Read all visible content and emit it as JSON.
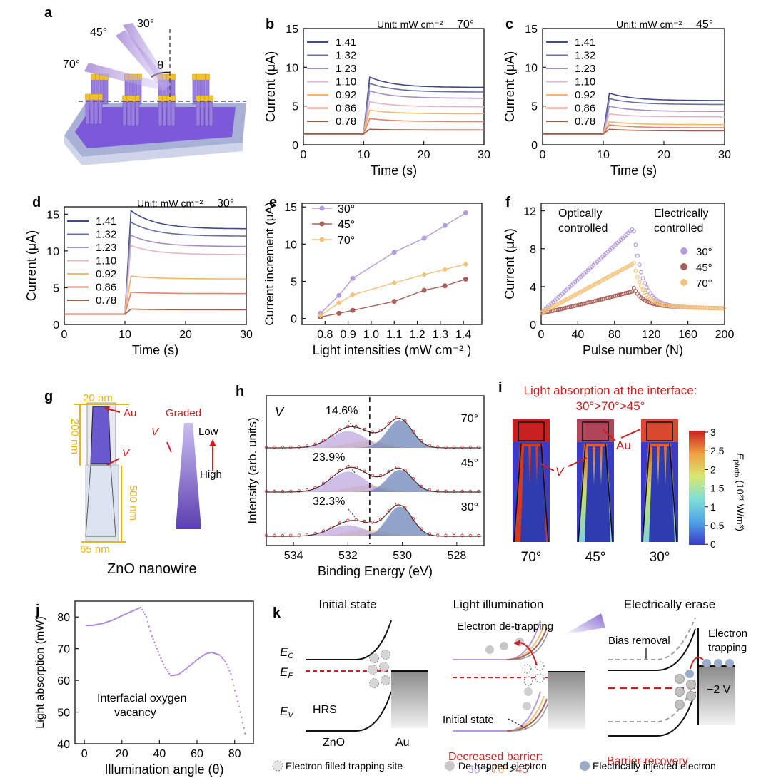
{
  "colors": {
    "i141": "#3f4a8a",
    "i132": "#6a6fa3",
    "i123": "#a291c0",
    "i110": "#e5b6c4",
    "i092": "#f5b66a",
    "i086": "#e6826c",
    "i078": "#a65a45",
    "a30": "#b39bdc",
    "a45": "#a8605a",
    "a70": "#f5c27a",
    "red": "#cc1f1f",
    "gold": "#f0b400",
    "vac": "#a98ed6",
    "blue": "#4a6aa8"
  },
  "labels": {
    "a": "a",
    "b": "b",
    "c": "c",
    "d": "d",
    "e": "e",
    "f": "f",
    "g": "g",
    "h": "h",
    "i": "i",
    "j": "j",
    "k": "k"
  },
  "panel_a": {
    "angles": [
      "45°",
      "30°",
      "70°"
    ],
    "theta": "θ"
  },
  "transient_common": {
    "unit": "Unit: mW cm⁻²",
    "legend": [
      "1.41",
      "1.32",
      "1.23",
      "1.10",
      "0.92",
      "0.86",
      "0.78"
    ],
    "xlabel": "Time (s)",
    "ylabel": "Current (μA)"
  },
  "chart_data": [
    {
      "id": "b",
      "type": "line",
      "angle": "70°",
      "xlim": [
        0,
        30
      ],
      "ylim": [
        0,
        15
      ],
      "xticks": [
        "0",
        "10",
        "20",
        "30"
      ],
      "yticks": [
        "0",
        "5",
        "10",
        "15"
      ],
      "series": [
        {
          "name": "1.41",
          "peak": 8.8,
          "end": 7.4
        },
        {
          "name": "1.32",
          "peak": 8.0,
          "end": 6.8
        },
        {
          "name": "1.23",
          "peak": 7.0,
          "end": 6.0
        },
        {
          "name": "1.10",
          "peak": 5.6,
          "end": 4.9
        },
        {
          "name": "0.92",
          "peak": 4.5,
          "end": 4.0
        },
        {
          "name": "0.86",
          "peak": 3.4,
          "end": 3.0
        },
        {
          "name": "0.78",
          "peak": 2.0,
          "end": 1.9
        }
      ]
    },
    {
      "id": "c",
      "type": "line",
      "angle": "45°",
      "xlim": [
        0,
        30
      ],
      "ylim": [
        0,
        15
      ],
      "xticks": [
        "0",
        "10",
        "20",
        "30"
      ],
      "yticks": [
        "0",
        "5",
        "10",
        "15"
      ],
      "series": [
        {
          "name": "1.41",
          "peak": 6.7,
          "end": 5.7
        },
        {
          "name": "1.32",
          "peak": 6.0,
          "end": 5.2
        },
        {
          "name": "1.23",
          "peak": 5.0,
          "end": 4.3
        },
        {
          "name": "1.10",
          "peak": 4.0,
          "end": 3.6
        },
        {
          "name": "0.92",
          "peak": 3.0,
          "end": 2.6
        },
        {
          "name": "0.86",
          "peak": 2.6,
          "end": 2.2
        },
        {
          "name": "0.78",
          "peak": 2.0,
          "end": 1.8
        }
      ]
    },
    {
      "id": "d",
      "type": "line",
      "angle": "30°",
      "xlim": [
        0,
        30
      ],
      "ylim": [
        0,
        16
      ],
      "xticks": [
        "0",
        "10",
        "20",
        "30"
      ],
      "yticks": [
        "0",
        "5",
        "10",
        "15"
      ],
      "series": [
        {
          "name": "1.41",
          "peak": 15.6,
          "end": 13.0
        },
        {
          "name": "1.32",
          "peak": 14.0,
          "end": 12.0
        },
        {
          "name": "1.23",
          "peak": 12.2,
          "end": 10.6
        },
        {
          "name": "1.10",
          "peak": 10.8,
          "end": 9.5
        },
        {
          "name": "0.92",
          "peak": 6.6,
          "end": 6.2
        },
        {
          "name": "0.86",
          "peak": 4.4,
          "end": 4.2
        },
        {
          "name": "0.78",
          "peak": 2.1,
          "end": 2.0
        }
      ]
    },
    {
      "id": "e",
      "type": "line",
      "xlabel": "Light intensities (mW cm⁻² )",
      "ylabel": "Current increment (μA)",
      "xlim": [
        0.7,
        1.48
      ],
      "ylim": [
        -0.8,
        15.5
      ],
      "xticks": [
        "0.8",
        "0.9",
        "1.0",
        "1.1",
        "1.2",
        "1.3",
        "1.4"
      ],
      "yticks": [
        "0",
        "5",
        "10",
        "15"
      ],
      "x": [
        0.78,
        0.86,
        0.92,
        1.1,
        1.23,
        1.32,
        1.41
      ],
      "series": [
        {
          "name": "30°",
          "values": [
            0.7,
            3.1,
            5.4,
            8.9,
            10.8,
            12.5,
            14.2
          ]
        },
        {
          "name": "45°",
          "values": [
            0.2,
            0.7,
            1.1,
            2.3,
            3.8,
            4.4,
            5.3
          ]
        },
        {
          "name": "70°",
          "values": [
            0.4,
            2.1,
            3.2,
            4.8,
            5.9,
            6.6,
            7.3
          ]
        }
      ]
    },
    {
      "id": "f",
      "type": "scatter",
      "xlabel": "Pulse number (N)",
      "ylabel": "Current (μA)",
      "xlim": [
        0,
        200
      ],
      "ylim": [
        0,
        12.8
      ],
      "xticks": [
        "0",
        "40",
        "80",
        "120",
        "160",
        "200"
      ],
      "yticks": [
        "0",
        "4",
        "8",
        "12"
      ],
      "annotations": [
        "Optically",
        "controlled",
        "Electrically",
        "controlled"
      ],
      "series": [
        {
          "name": "30°",
          "start": 1.2,
          "peak": 10.1
        },
        {
          "name": "45°",
          "start": 1.2,
          "peak": 3.5
        },
        {
          "name": "70°",
          "start": 1.2,
          "peak": 6.4
        }
      ]
    },
    {
      "id": "h",
      "type": "area",
      "xlabel": "Binding Energy (eV)",
      "ylabel": "Intensity (arb. units)",
      "xlim": [
        535,
        527
      ],
      "xticks": [
        "534",
        "532",
        "530",
        "528"
      ],
      "vacancy_label": "V",
      "series": [
        {
          "name": "70°",
          "percent": "14.6%",
          "vac_height": 0.45,
          "latt_height": 0.75
        },
        {
          "name": "45°",
          "percent": "23.9%",
          "vac_height": 0.55,
          "latt_height": 0.6
        },
        {
          "name": "30°",
          "percent": "32.3%",
          "vac_height": 0.3,
          "latt_height": 0.8
        }
      ]
    },
    {
      "id": "j",
      "type": "scatter",
      "xlabel": "Illumination angle (θ)",
      "ylabel": "Light absorption (mW)",
      "xlim": [
        -5,
        90
      ],
      "ylim": [
        40,
        85
      ],
      "xticks": [
        "0",
        "20",
        "40",
        "60",
        "80"
      ],
      "yticks": [
        "40",
        "50",
        "60",
        "70",
        "80"
      ],
      "annotation": [
        "Interfacial oxygen",
        "vacancy"
      ],
      "points": [
        [
          1,
          77.3
        ],
        [
          5,
          77.4
        ],
        [
          10,
          78.0
        ],
        [
          15,
          79.0
        ],
        [
          20,
          80.4
        ],
        [
          25,
          81.7
        ],
        [
          30,
          83.0
        ],
        [
          33,
          80
        ],
        [
          36,
          74
        ],
        [
          40,
          68
        ],
        [
          43,
          64
        ],
        [
          46,
          61.5
        ],
        [
          50,
          61.8
        ],
        [
          55,
          64
        ],
        [
          60,
          66.5
        ],
        [
          65,
          68.5
        ],
        [
          68,
          68.8
        ],
        [
          72,
          68
        ],
        [
          75,
          66
        ],
        [
          78,
          62
        ],
        [
          81,
          55
        ],
        [
          83,
          50
        ],
        [
          85,
          45
        ],
        [
          86,
          41.5
        ]
      ]
    }
  ],
  "panel_g": {
    "top": "20 nm",
    "height1": "200 nm",
    "height2": "500 nm",
    "bottom": "65 nm",
    "au": "Au",
    "vac": "V",
    "graded": "Graded",
    "low": "Low",
    "high": "High",
    "caption": "ZnO nanowire"
  },
  "panel_i": {
    "title1": "Light absorption at the interface:",
    "title2": "30°>70°>45°",
    "au": "Au",
    "vac": "V",
    "angles": [
      "70°",
      "45°",
      "30°"
    ],
    "colorbar_ticks": [
      "3",
      "2.5",
      "2",
      "1.5",
      "1",
      "0.5",
      "0"
    ],
    "colorbar_label": "E",
    "colorbar_sub": "photo",
    "colorbar_unit": "(10²¹ W/m³)"
  },
  "panel_k": {
    "initial_title": "Initial state",
    "illum_title": "Light illumination",
    "erase_title": "Electrically erase",
    "ec": "E",
    "ec_sub": "C",
    "ef": "E",
    "ef_sub": "F",
    "ev": "E",
    "ev_sub": "V",
    "hrs": "HRS",
    "zno": "ZnO",
    "au": "Au",
    "detrap": "Electron de-trapping",
    "initial_state": "Initial state",
    "decreased": "Decreased barrier:",
    "order_30": "30°",
    "order_gt": ">",
    "order_70": "70°",
    "order_45": "45°",
    "bias_removal": "Bias removal",
    "electron": "Electron",
    "trapping": "trapping",
    "minus2v": "−2 V",
    "barrier_recovery": "Barrier recovery",
    "legend": [
      "Electron filled trapping site",
      "De-trapped electron",
      "Electrically injected electron"
    ]
  }
}
